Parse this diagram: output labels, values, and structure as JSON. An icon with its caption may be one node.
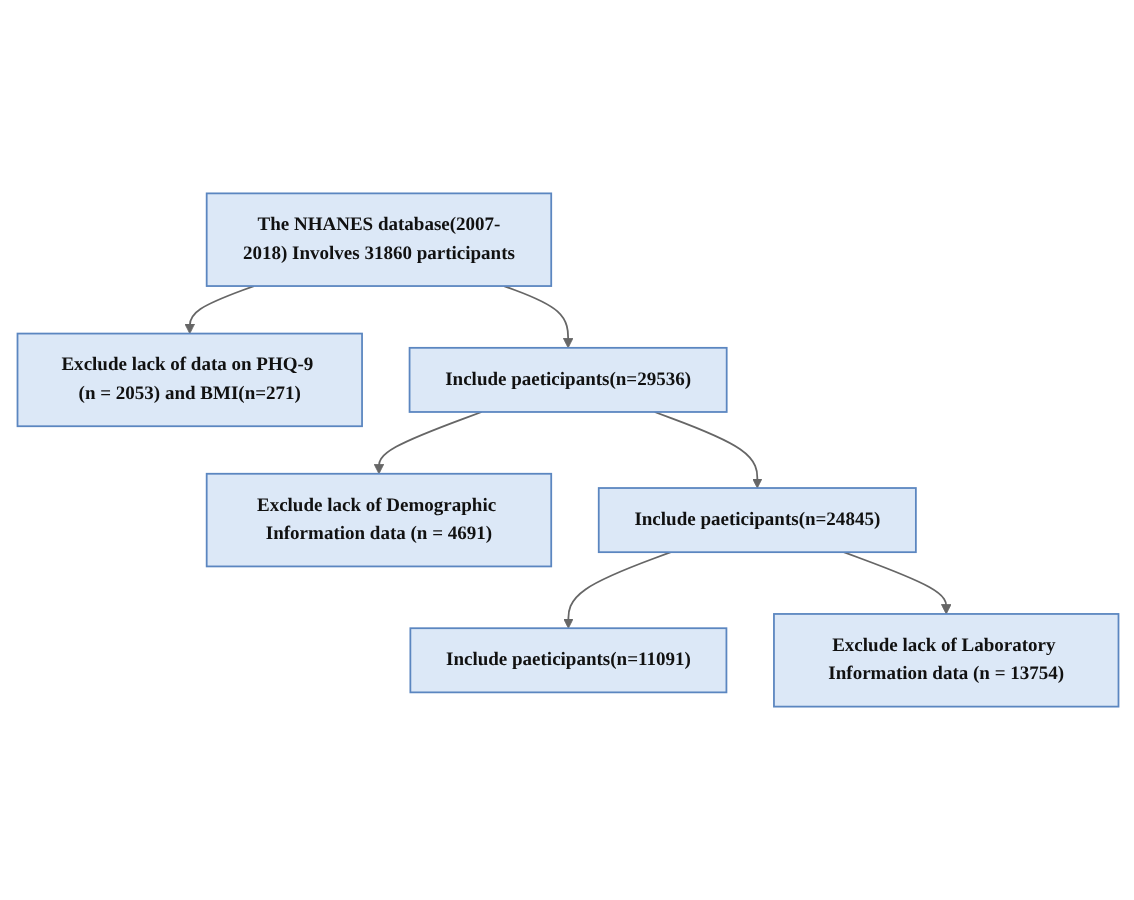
{
  "diagram": {
    "nodes": [
      {
        "text": [
          "The NHANES database(2007-2018) Involves 31860 participants"
        ]
      },
      {
        "text": [
          "Exclude lack of data on PHQ-9 (n = 2053) and BMI(n=271)"
        ]
      },
      {
        "text": [
          "Include paeticipants(n=29536)"
        ]
      },
      {
        "text": [
          "Exclude lack of Demographic Information data (n = 4691)"
        ]
      },
      {
        "text": [
          "Include paeticipants(n=24845)"
        ]
      },
      {
        "text": [
          "Exclude lack of Laboratory Information data (n = 13754)"
        ]
      },
      {
        "text": [
          "Include paeticipants(n=11091)"
        ]
      }
    ],
    "edges": [
      {
        "from": 0,
        "to": 2,
        "arrow": "to"
      },
      {
        "from": 0,
        "to": 1,
        "arrow": "to"
      },
      {
        "from": 2,
        "to": 4,
        "arrow": "to"
      },
      {
        "from": 2,
        "to": 3,
        "arrow": "to"
      },
      {
        "from": 4,
        "to": 6,
        "arrow": "to"
      },
      {
        "from": 4,
        "to": 5,
        "arrow": "to"
      }
    ]
  }
}
